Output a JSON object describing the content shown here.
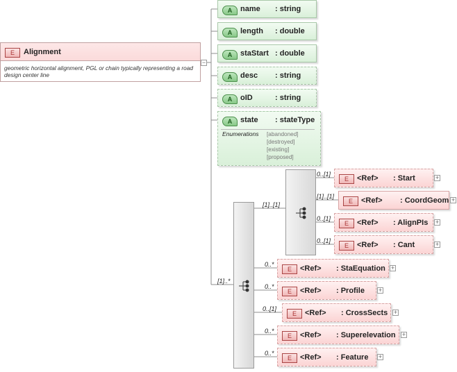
{
  "root": {
    "badge": "E",
    "name": "Alignment",
    "doc": "geometric horizontal alignment, PGL or chain typically representing a road design center line"
  },
  "attributes": [
    {
      "badge": "A",
      "name": "name",
      "type": ": string"
    },
    {
      "badge": "A",
      "name": "length",
      "type": ": double"
    },
    {
      "badge": "A",
      "name": "staStart",
      "type": ": double"
    },
    {
      "badge": "A",
      "name": "desc",
      "type": ": string"
    },
    {
      "badge": "A",
      "name": "oID",
      "type": ": string"
    },
    {
      "badge": "A",
      "name": "state",
      "type": ": stateType"
    }
  ],
  "enumerations": {
    "label": "Enumerations",
    "values": [
      "[abandoned]",
      "[destroyed]",
      "[existing]",
      "[proposed]"
    ]
  },
  "outer_sequence": {
    "cardinality": "[1]..*"
  },
  "inner_sequence": {
    "cardinality": "[1]..[1]"
  },
  "inner_elements": [
    {
      "badge": "E",
      "ref": "<Ref>",
      "name": ": Start",
      "cardinality": "0..[1]"
    },
    {
      "badge": "E",
      "ref": "<Ref>",
      "name": ": CoordGeom",
      "cardinality": "[1]..[1]"
    },
    {
      "badge": "E",
      "ref": "<Ref>",
      "name": ": AlignPIs",
      "cardinality": "0..[1]"
    },
    {
      "badge": "E",
      "ref": "<Ref>",
      "name": ": Cant",
      "cardinality": "0..[1]"
    }
  ],
  "outer_elements": [
    {
      "badge": "E",
      "ref": "<Ref>",
      "name": ": StaEquation",
      "cardinality": "0..*"
    },
    {
      "badge": "E",
      "ref": "<Ref>",
      "name": ": Profile",
      "cardinality": "0..*"
    },
    {
      "badge": "E",
      "ref": "<Ref>",
      "name": ": CrossSects",
      "cardinality": "0..[1]"
    },
    {
      "badge": "E",
      "ref": "<Ref>",
      "name": ": Superelevation",
      "cardinality": "0..*"
    },
    {
      "badge": "E",
      "ref": "<Ref>",
      "name": ": Feature",
      "cardinality": "0..*"
    }
  ],
  "expand_symbol": "+",
  "colors": {
    "attribute_fill": "#e3f4e3",
    "element_fill": "#fbdcdc",
    "connector": "#8c8c8c",
    "sequence_fill": "#e0e0e0"
  }
}
